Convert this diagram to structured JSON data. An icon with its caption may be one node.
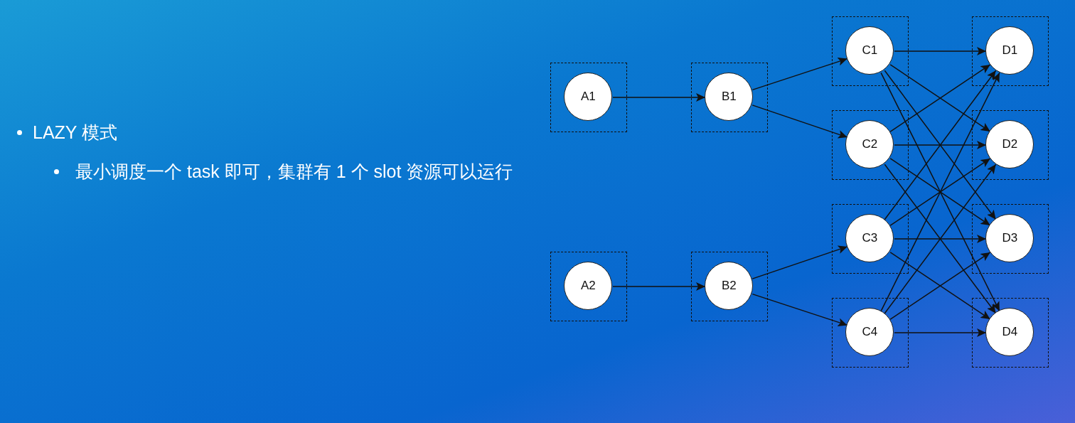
{
  "diagram": {
    "nodes": [
      {
        "text": [],
        "shape": "box"
      },
      {
        "text": [
          "A1"
        ],
        "in": 0
      },
      {
        "text": [],
        "shape": "box"
      },
      {
        "text": [
          "A2"
        ],
        "in": 2
      },
      {
        "text": [],
        "shape": "box"
      },
      {
        "text": [
          "B1"
        ],
        "in": 4
      },
      {
        "text": [],
        "shape": "box"
      },
      {
        "text": [
          "B2"
        ],
        "in": 6
      },
      {
        "text": [],
        "shape": "box"
      },
      {
        "text": [
          "C1"
        ],
        "in": 8
      },
      {
        "text": [],
        "shape": "box"
      },
      {
        "text": [
          "C2"
        ],
        "in": 10
      },
      {
        "text": [],
        "shape": "box"
      },
      {
        "text": [
          "C3"
        ],
        "in": 12
      },
      {
        "text": [],
        "shape": "box"
      },
      {
        "text": [
          "C4"
        ],
        "in": 14
      },
      {
        "text": [],
        "shape": "box"
      },
      {
        "text": [
          "D1"
        ],
        "in": 16
      },
      {
        "text": [],
        "shape": "box"
      },
      {
        "text": [
          "D2"
        ],
        "in": 18
      },
      {
        "text": [],
        "shape": "box"
      },
      {
        "text": [
          "D3"
        ],
        "in": 20
      },
      {
        "text": [],
        "shape": "box"
      },
      {
        "text": [
          "D4"
        ],
        "in": 22
      }
    ],
    "edges": [
      {
        "from": 1,
        "to": 5,
        "arrow": "to"
      },
      {
        "from": 3,
        "to": 7,
        "arrow": "to"
      },
      {
        "from": 5,
        "to": 9,
        "arrow": "to"
      },
      {
        "from": 5,
        "to": 11,
        "arrow": "to"
      },
      {
        "from": 7,
        "to": 13,
        "arrow": "to"
      },
      {
        "from": 7,
        "to": 15,
        "arrow": "to"
      },
      {
        "from": 9,
        "to": 17,
        "arrow": "to"
      },
      {
        "from": 9,
        "to": 19,
        "arrow": "to"
      },
      {
        "from": 9,
        "to": 21,
        "arrow": "to"
      },
      {
        "from": 9,
        "to": 23,
        "arrow": "to"
      },
      {
        "from": 11,
        "to": 17,
        "arrow": "to"
      },
      {
        "from": 11,
        "to": 19,
        "arrow": "to"
      },
      {
        "from": 11,
        "to": 21,
        "arrow": "to"
      },
      {
        "from": 11,
        "to": 23,
        "arrow": "to"
      },
      {
        "from": 13,
        "to": 17,
        "arrow": "to"
      },
      {
        "from": 13,
        "to": 19,
        "arrow": "to"
      },
      {
        "from": 13,
        "to": 21,
        "arrow": "to"
      },
      {
        "from": 13,
        "to": 23,
        "arrow": "to"
      },
      {
        "from": 15,
        "to": 17,
        "arrow": "to"
      },
      {
        "from": 15,
        "to": 19,
        "arrow": "to"
      },
      {
        "from": 15,
        "to": 21,
        "arrow": "to"
      },
      {
        "from": 15,
        "to": 23,
        "arrow": "to"
      }
    ],
    "labels": [
      "LAZY 模式",
      "最小调度一个 task 即可，集群有 1 个 slot 资源可以运行"
    ]
  }
}
